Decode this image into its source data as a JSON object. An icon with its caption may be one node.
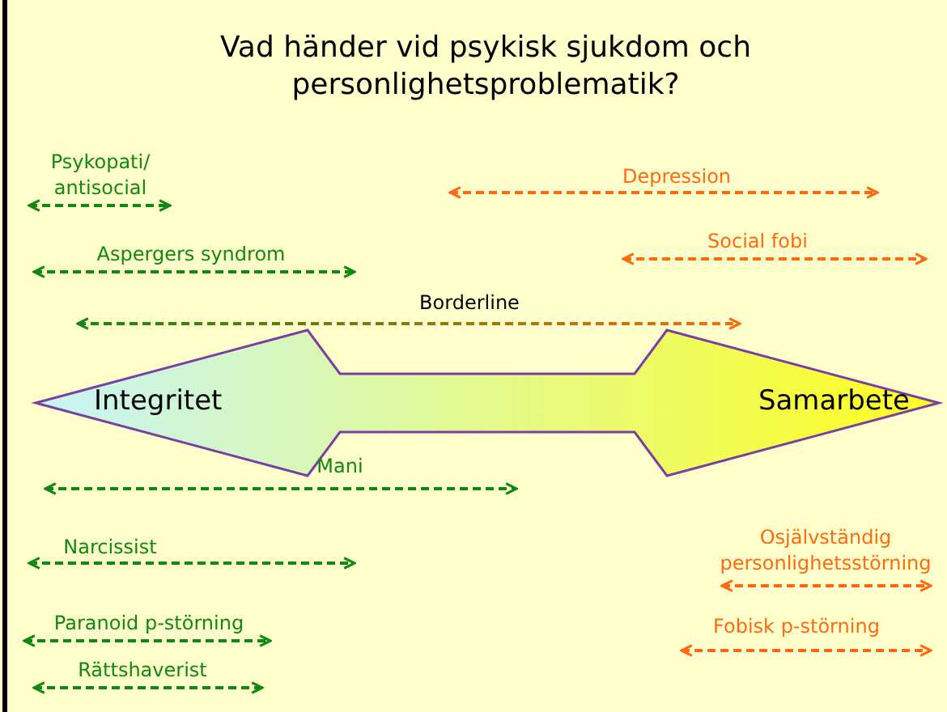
{
  "diagram": {
    "title": "Vad händer vid psykisk sjukdom och personlighetsproblematik?",
    "nodes": [
      {
        "text": [
          "Integritet",
          "Samarbete"
        ]
      }
    ],
    "labels": [
      "Psykopati/ antisocial",
      "Depression",
      "Aspergers syndrom",
      "Social fobi",
      "Borderline",
      "Mani",
      "Narcissist",
      "Osjälvständig personlighetsstörning",
      "Paranoid p-störning",
      "Fobisk p-störning",
      "Rättshaverist"
    ]
  }
}
